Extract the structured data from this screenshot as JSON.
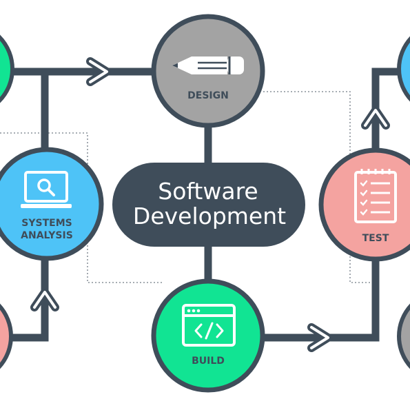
{
  "center": {
    "line1": "Software",
    "line2": "Development"
  },
  "stages": {
    "design": {
      "label": "DESIGN"
    },
    "systems": {
      "line1": "SYSTEMS",
      "line2": "ANALYSIS"
    },
    "build": {
      "label": "BUILD"
    },
    "test": {
      "label": "TEST"
    }
  },
  "colors": {
    "dark": "#3f4d5a",
    "gray": "#a3a3a3",
    "blue": "#4ec3f7",
    "green": "#11e493",
    "pink": "#f4a3a0",
    "white": "#ffffff"
  },
  "icons": {
    "design": "pencil-icon",
    "systems": "laptop-search-icon",
    "build": "code-window-icon",
    "test": "checklist-icon"
  }
}
